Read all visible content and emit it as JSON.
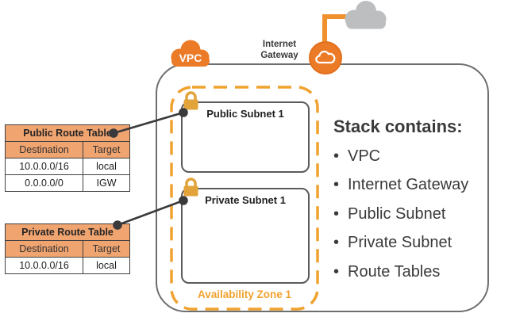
{
  "diagram": {
    "vpc_badge_label": "VPC",
    "internet_gateway_label": "Internet\nGateway",
    "public_subnet_label": "Public Subnet 1",
    "private_subnet_label": "Private Subnet 1",
    "availability_zone_label": "Availability Zone 1"
  },
  "route_tables": {
    "public": {
      "title": "Public Route Table",
      "headers": [
        "Destination",
        "Target"
      ],
      "rows": [
        [
          "10.0.0.0/16",
          "local"
        ],
        [
          "0.0.0.0/0",
          "IGW"
        ]
      ]
    },
    "private": {
      "title": "Private Route Table",
      "headers": [
        "Destination",
        "Target"
      ],
      "rows": [
        [
          "10.0.0.0/16",
          "local"
        ]
      ]
    }
  },
  "stack_panel": {
    "title": "Stack contains:",
    "bullet": "•",
    "items": [
      "VPC",
      "Internet Gateway",
      "Public Subnet",
      "Private Subnet",
      "Route Tables"
    ]
  },
  "colors": {
    "aws_orange": "#EC7B27",
    "connector_orange": "#F0912D",
    "table_fill_orange": "#F0A470",
    "availability_zone_orange": "#F0A22E",
    "lock_gold": "#E2A33B",
    "cloud_gray": "#BDBEC0",
    "container_border_gray": "#6D6E70",
    "text_dark": "#3A3A3C"
  }
}
